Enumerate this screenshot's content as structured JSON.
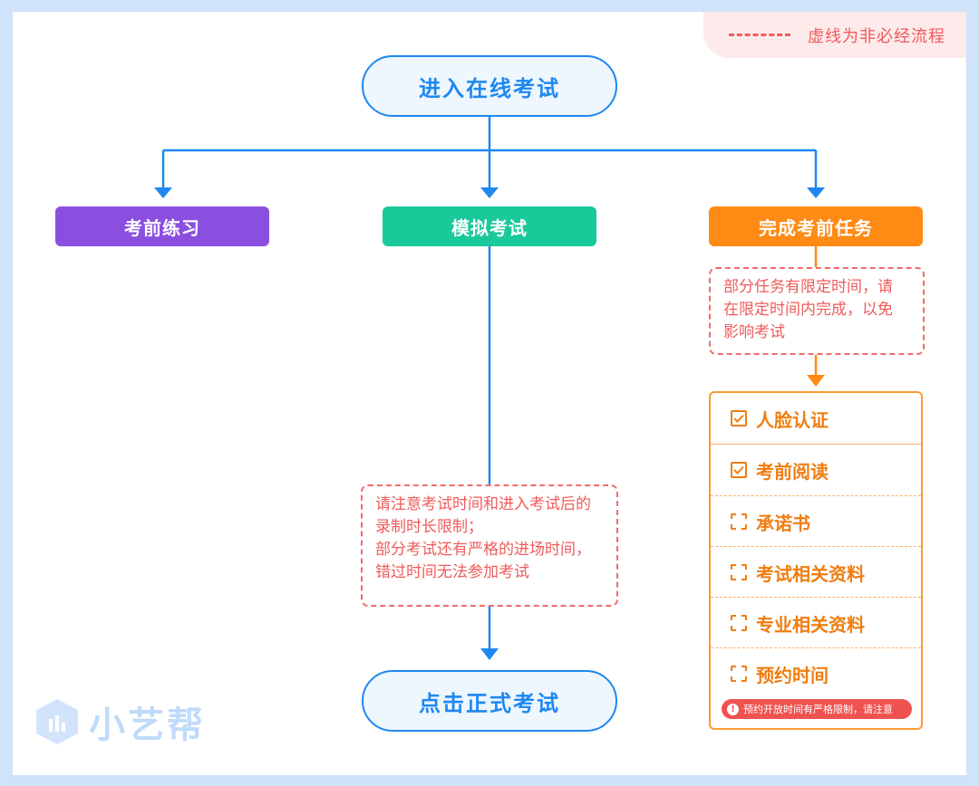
{
  "legend": {
    "text": "虚线为非必经流程"
  },
  "start": {
    "label": "进入在线考试"
  },
  "branches": {
    "practice": {
      "label": "考前练习",
      "color": "#8b4fe0"
    },
    "mock": {
      "label": "模拟考试",
      "color": "#19c99a"
    },
    "tasks": {
      "label": "完成考前任务",
      "color": "#ff8a14"
    }
  },
  "notes": {
    "mock": [
      "请注意考试时间和进入考试后的",
      "录制时长限制；",
      "部分考试还有严格的进场时间，",
      "错过时间无法参加考试"
    ],
    "tasks": [
      "部分任务有限定时间，请",
      "在限定时间内完成，以免",
      "影响考试"
    ]
  },
  "checklist": {
    "items": [
      {
        "label": "人脸认证",
        "checked": true
      },
      {
        "label": "考前阅读",
        "checked": true
      },
      {
        "label": "承诺书",
        "checked": false
      },
      {
        "label": "考试相关资料",
        "checked": false
      },
      {
        "label": "专业相关资料",
        "checked": false
      },
      {
        "label": "预约时间",
        "checked": false
      }
    ],
    "warning": "预约开放时间有严格限制，请注意"
  },
  "end": {
    "label": "点击正式考试"
  },
  "logo": {
    "text": "小艺帮"
  },
  "colors": {
    "blue": "#1e88f0",
    "orange": "#ff8a14",
    "dash_red": "#ef5b5b"
  }
}
